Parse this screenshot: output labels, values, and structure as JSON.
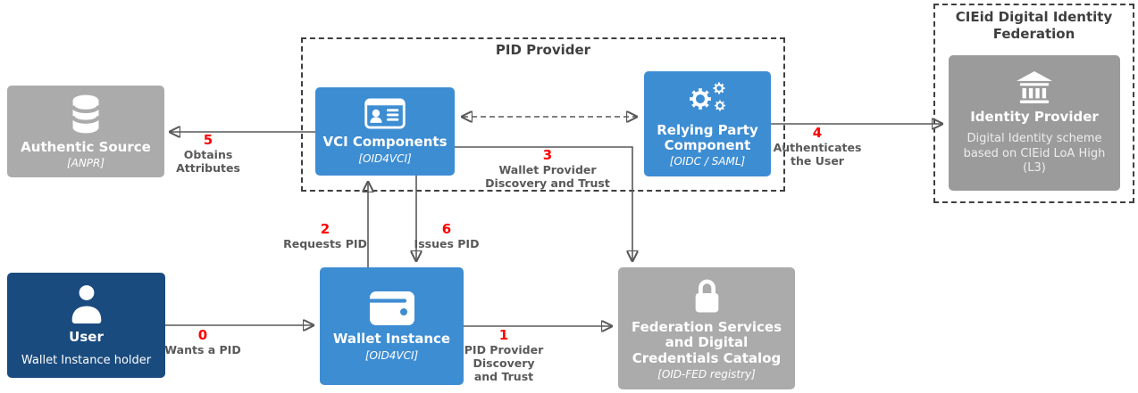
{
  "diagram": {
    "containers": {
      "pid_provider": {
        "title": "PID Provider"
      },
      "cieid_federation": {
        "title": "CIEid Digital Identity Federation"
      }
    },
    "nodes": {
      "authentic_source": {
        "title": "Authentic Source",
        "subtitle": "[ANPR]",
        "icon": "database-icon"
      },
      "vci_components": {
        "title": "VCI Components",
        "subtitle": "[OID4VCI]",
        "icon": "id-card-icon"
      },
      "relying_party_component": {
        "title": "Relying Party Component",
        "subtitle": "[OIDC / SAML]",
        "icon": "gears-icon"
      },
      "identity_provider": {
        "title": "Identity Provider",
        "description": "Digital Identity scheme based on CIEid LoA High (L3)",
        "icon": "bank-icon"
      },
      "user": {
        "title": "User",
        "subtitle": "Wallet Instance holder",
        "icon": "person-icon"
      },
      "wallet_instance": {
        "title": "Wallet Instance",
        "subtitle": "[OID4VCI]",
        "icon": "wallet-icon"
      },
      "federation_services": {
        "title": "Federation Services and Digital Credentials Catalog",
        "subtitle": "[OID-FED registry]",
        "icon": "lock-icon"
      }
    },
    "edges": {
      "wants_a_pid": {
        "number": "0",
        "label": "Wants a PID"
      },
      "pid_provider_discovery": {
        "number": "1",
        "label": "PID Provider\nDiscovery\nand Trust"
      },
      "requests_pid": {
        "number": "2",
        "label": "Requests PID"
      },
      "wallet_provider_discovery": {
        "number": "3",
        "label": "Wallet Provider\nDiscovery and Trust"
      },
      "authenticates_user": {
        "number": "4",
        "label": "Authenticates\nthe User"
      },
      "obtains_attributes": {
        "number": "5",
        "label": "Obtains\nAttributes"
      },
      "issues_pid": {
        "number": "6",
        "label": "Issues PID"
      }
    },
    "colors": {
      "component_blue": "#3d8dd3",
      "user_navy": "#1a4b7e",
      "external_gray": "#ababab",
      "identity_provider_gray": "#9b9b9b",
      "edge_number_red": "#ff0000",
      "edge_label_gray": "#595959",
      "arrow_gray": "#595959",
      "container_border": "#3f3f3f"
    }
  }
}
